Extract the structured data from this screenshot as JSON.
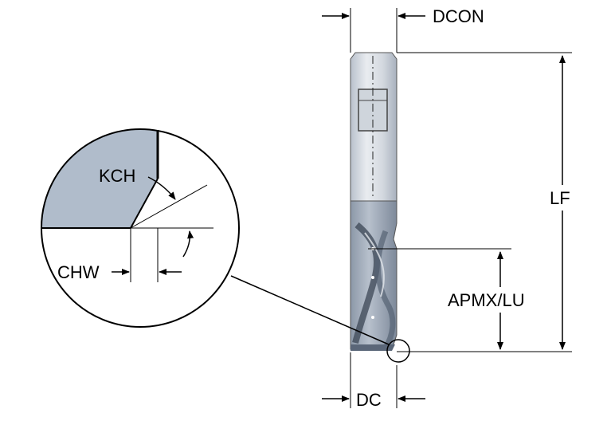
{
  "labels": {
    "dcon": "DCON",
    "lf": "LF",
    "apmx_lu": "APMX/LU",
    "dc": "DC",
    "kch": "KCH",
    "chw": "CHW"
  },
  "colors": {
    "line": "#000000",
    "tool_light": "#d9dde3",
    "tool_mid": "#b4bcc7",
    "tool_dark": "#6f7c8d",
    "section_fill": "#b0bccb",
    "background": "#ffffff"
  }
}
